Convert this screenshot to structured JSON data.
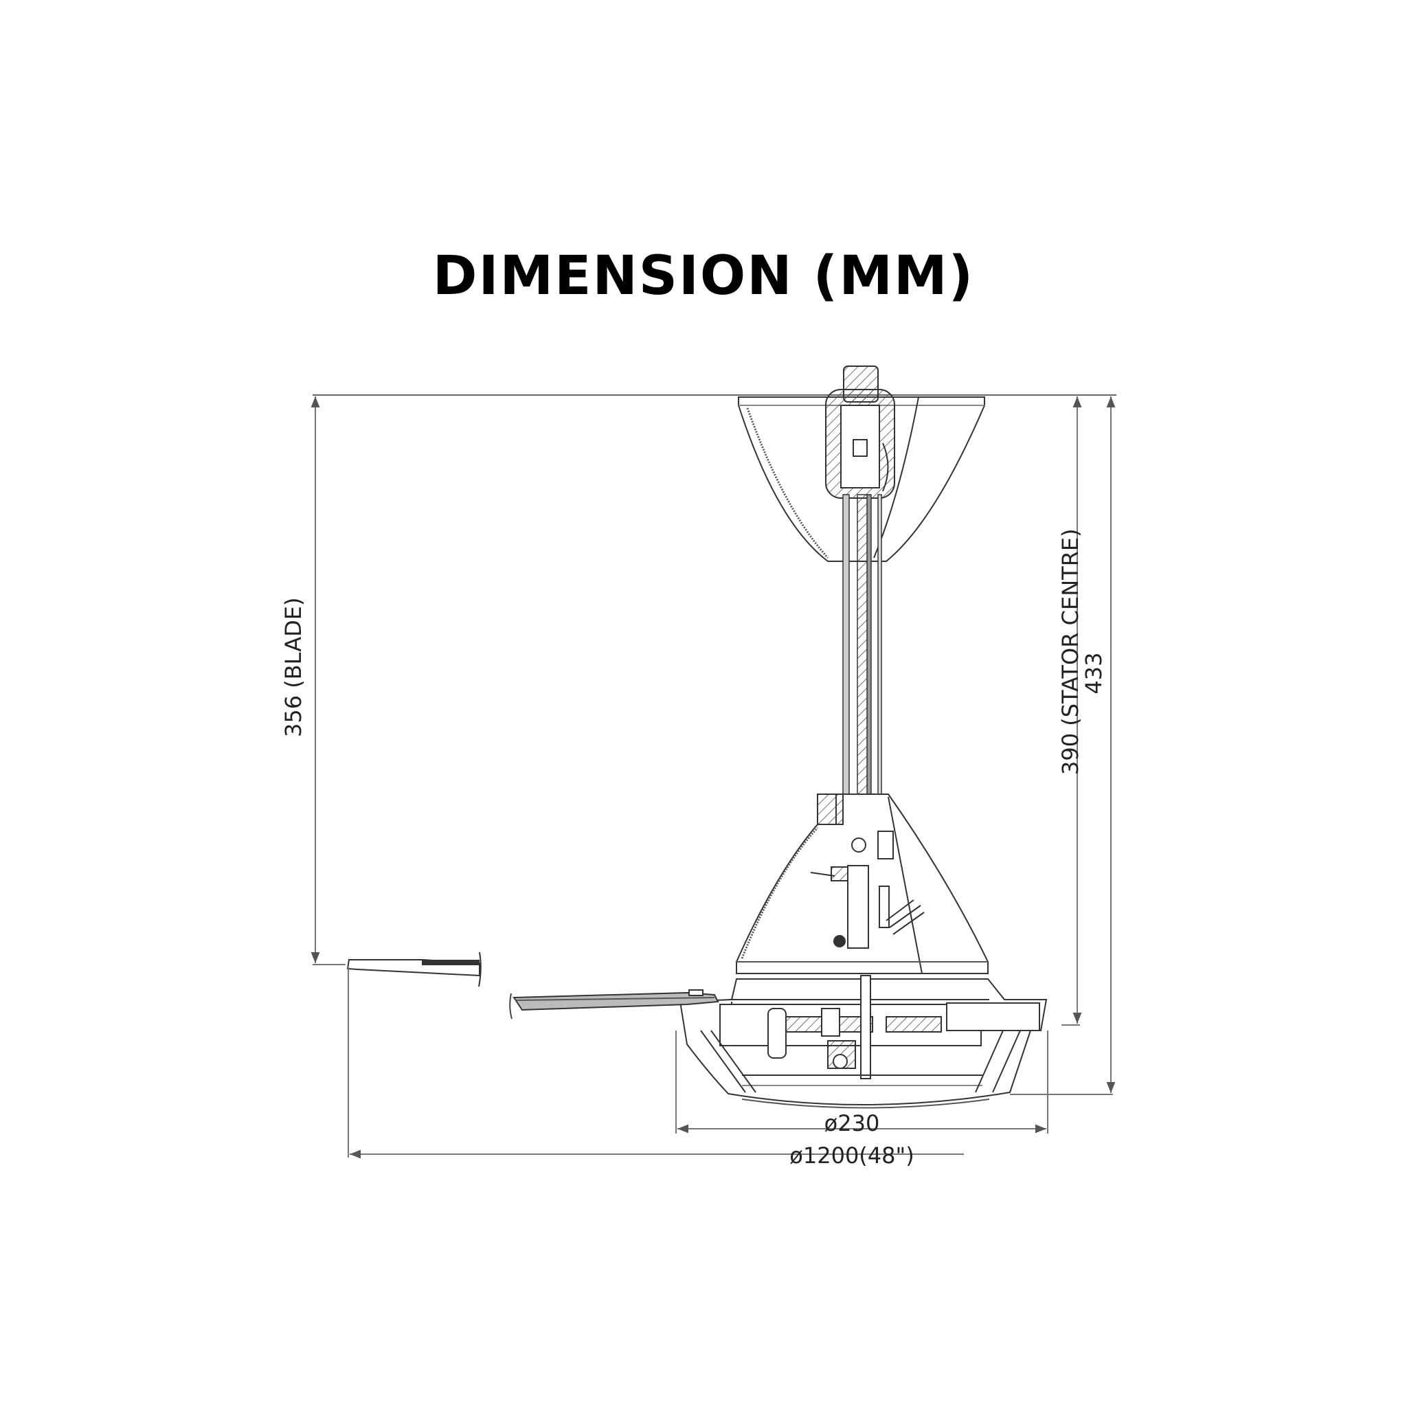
{
  "title": "DIMENSION (MM)",
  "colors": {
    "title": "#000000",
    "line": "#333333",
    "dimension_line": "#777777",
    "fill_grey": "#cccccc",
    "background": "#ffffff"
  },
  "subject": "ceiling fan side elevation (cross-section)",
  "dimensions": {
    "blade_height": {
      "value": 356,
      "label": "356 (BLADE)",
      "orientation": "vertical"
    },
    "stator_centre_height": {
      "value": 390,
      "label": "390 (STATOR CENTRE)",
      "orientation": "vertical"
    },
    "overall_height": {
      "value": 433,
      "label": "433",
      "orientation": "vertical"
    },
    "motor_diameter": {
      "value": 230,
      "label": "ø230",
      "orientation": "horizontal"
    },
    "sweep_diameter": {
      "value": 1200,
      "label": "ø1200(48\")",
      "inches": 48,
      "orientation": "horizontal"
    }
  },
  "parts": [
    "hanger-hook",
    "canopy",
    "downrod",
    "upper-motor-cover",
    "motor-housing",
    "blade-arm",
    "blade-tip"
  ]
}
